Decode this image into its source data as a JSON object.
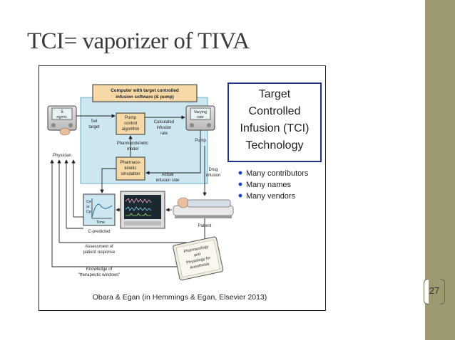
{
  "slide": {
    "title": "TCI= vaporizer of  TIVA",
    "page_number": "27",
    "colors": {
      "sidebar": "#9d9a72",
      "title": "#3a3a3a"
    }
  },
  "figure": {
    "computer_box_line1": "Computer with target controlled",
    "computer_box_line2": "infusion software (& pump)",
    "pump_algo": [
      "Pump",
      "control",
      "algorithm"
    ],
    "calc_rate": [
      "Calculated",
      "infusion",
      "rate"
    ],
    "pk_model": [
      "Pharmacokinetic",
      "model"
    ],
    "pk_sim": [
      "Pharmaco-",
      "kinetic",
      "simulation"
    ],
    "actual_rate": [
      "Actual",
      "infusion rate"
    ],
    "set_target": [
      "Set",
      "target"
    ],
    "left_device_value": [
      "5",
      "ng/mL"
    ],
    "right_device_value": [
      "Varying",
      "rate"
    ],
    "physician_label": "Physician",
    "pump_label": "Pump",
    "drug_infusion": [
      "Drug",
      "infusion"
    ],
    "patient_label": "Patient",
    "graph_axis": [
      "Ce",
      "or",
      "Cp"
    ],
    "graph_time": "Time",
    "c_predicted": "C-predicted",
    "assessment": [
      "Assessment of",
      "patient response"
    ],
    "knowledge": [
      "Knowledge of",
      "\"therapeutic windows\""
    ],
    "book_lines": [
      "Pharmacology",
      "and",
      "Physiology for",
      "Anesthesia"
    ],
    "tci_title": [
      "Target",
      "Controlled",
      "Infusion (TCI)",
      "Technology"
    ],
    "bullets": [
      "Many contributors",
      "Many names",
      "Many vendors"
    ],
    "caption": "Obara & Egan (in Hemmings & Egan, Elsevier 2013)"
  }
}
